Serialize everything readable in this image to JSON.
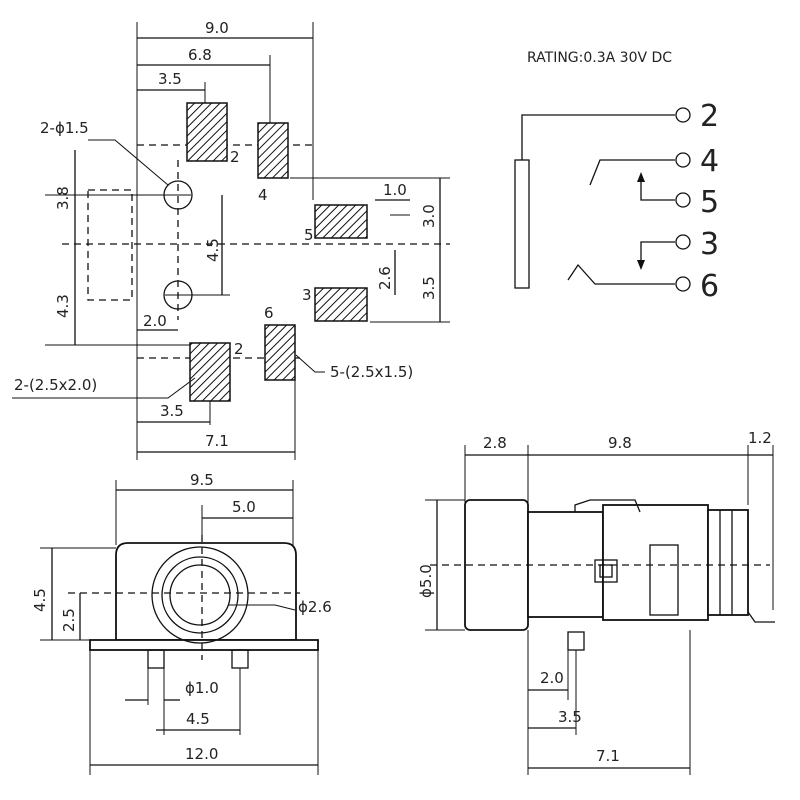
{
  "rating": "RATING:0.3A 30V DC",
  "schematic_pins": [
    "2",
    "4",
    "5",
    "3",
    "6"
  ],
  "footprint": {
    "dims": {
      "w9_0": "9.0",
      "w6_8": "6.8",
      "w3_5": "3.5",
      "hole": "2-ϕ1.5",
      "v3_8": "3.8",
      "v4_5": "4.5",
      "v4_3": "4.3",
      "h2_0": "2.0",
      "pad_a": "2-(2.5x2.0)",
      "pad_b": "5-(2.5x1.5)",
      "h1_0": "1.0",
      "v3_0": "3.0",
      "v2_6": "2.6",
      "v3_5": "3.5",
      "b3_5": "3.5",
      "b7_1": "7.1"
    },
    "pad_labels": [
      "2",
      "4",
      "5",
      "3",
      "6",
      "2"
    ]
  },
  "front_view": {
    "dims": {
      "w9_5": "9.5",
      "w5_0": "5.0",
      "h4_5": "4.5",
      "h2_5": "2.5",
      "d2_6": "ϕ2.6",
      "d1_0": "ϕ1.0",
      "w4_5": "4.5",
      "w12_0": "12.0"
    }
  },
  "side_view": {
    "dims": {
      "w2_8": "2.8",
      "w9_8": "9.8",
      "w1_2": "1.2",
      "d5_0": "ϕ5.0",
      "w2_0": "2.0",
      "w3_5": "3.5",
      "w7_1": "7.1"
    }
  }
}
